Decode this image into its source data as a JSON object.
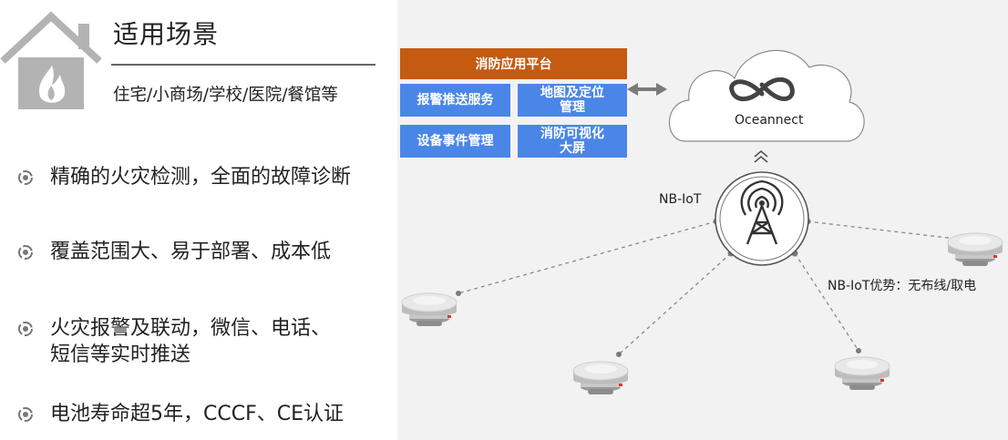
{
  "scenario": {
    "title": "适用场景",
    "places": "住宅/小商场/学校/医院/餐馆等"
  },
  "features": [
    "精确的火灾检测，全面的故障诊断",
    "覆盖范围大、易于部署、成本低",
    "火灾报警及联动，微信、电话、\n短信等实时推送",
    "电池寿命超5年，CCCF、CE认证"
  ],
  "platform": {
    "title": "消防应用平台",
    "modules": [
      "报警推送服务",
      "地图及定位\n管理",
      "设备事件管理",
      "消防可视化\n大屏"
    ]
  },
  "cloud": {
    "label": "Oceannect"
  },
  "network": {
    "label": "NB-IoT",
    "advantage": "NB-IoT优势：无布线/取电"
  },
  "colors": {
    "accent_orange": "#c55a11",
    "module_blue": "#4a86e8",
    "icon_gray": "#b3b3b3",
    "panel_bg": "#f2f2f2"
  }
}
